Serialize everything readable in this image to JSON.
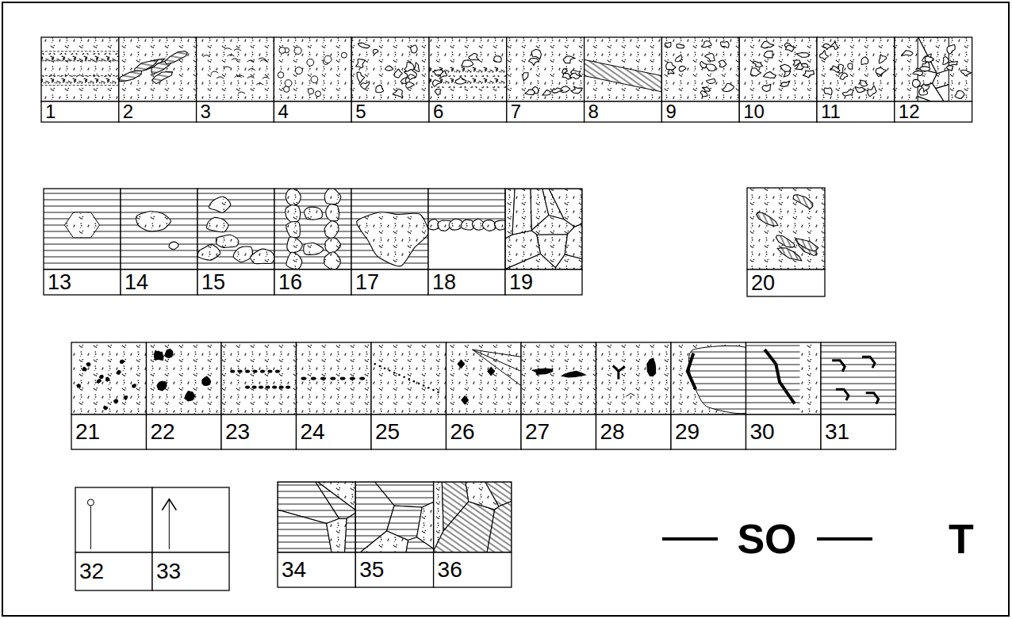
{
  "diagram": {
    "labels": [
      "1",
      "2",
      "3",
      "4",
      "5",
      "6",
      "7",
      "8",
      "9",
      "10",
      "11",
      "12",
      "13",
      "14",
      "15",
      "16",
      "17",
      "18",
      "19",
      "20",
      "21",
      "22",
      "23",
      "24",
      "25",
      "26",
      "27",
      "28",
      "29",
      "30",
      "31",
      "32",
      "33",
      "34",
      "35",
      "36",
      "SO",
      "T"
    ]
  }
}
